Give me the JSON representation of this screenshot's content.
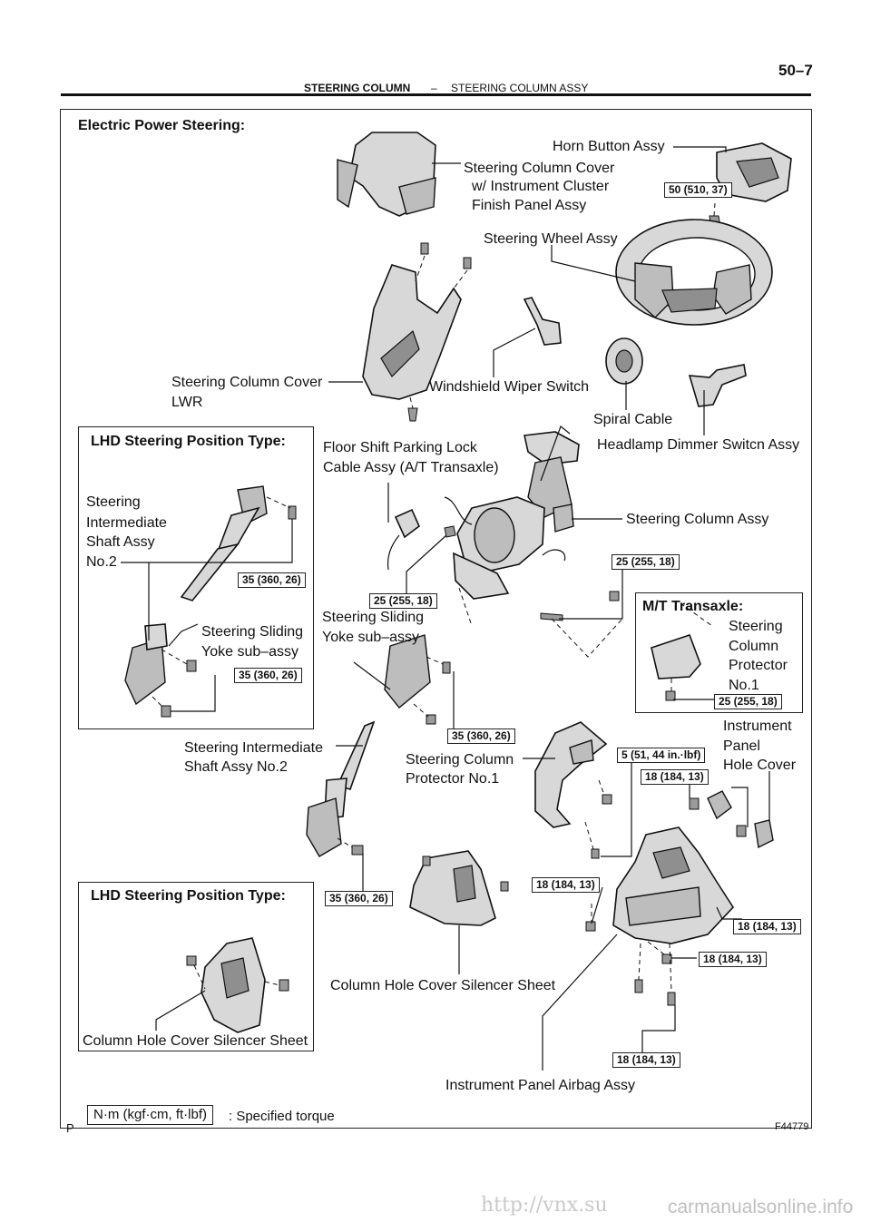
{
  "header": {
    "section": "STEERING COLUMN",
    "separator": "–",
    "subsection": "STEERING COLUMN ASSY",
    "page_number": "50–7"
  },
  "diagram": {
    "title": "Electric Power Steering:",
    "figure_id": "F44779",
    "corner_mark": "P",
    "parts": {
      "horn_button": "Horn Button Assy",
      "column_cover_l1": "Steering Column Cover",
      "column_cover_l2": "w/ Instrument Cluster",
      "column_cover_l3": "Finish Panel Assy",
      "steering_wheel": "Steering Wheel Assy",
      "column_cover_lwr_l1": "Steering Column Cover",
      "column_cover_lwr_l2": "LWR",
      "wiper_switch": "Windshield Wiper Switch",
      "spiral_cable": "Spiral Cable",
      "headlamp_switch": "Headlamp Dimmer Switcn Assy",
      "parking_lock_l1": "Floor Shift Parking Lock",
      "parking_lock_l2": "Cable Assy (A/T Transaxle)",
      "column_assy": "Steering Column Assy",
      "lhd_title_1": "LHD Steering Position Type:",
      "intermediate_no2_l1": "Steering",
      "intermediate_no2_l2": "Intermediate",
      "intermediate_no2_l3": "Shaft Assy",
      "intermediate_no2_l4": "No.2",
      "sliding_yoke_lhd_l1": "Steering Sliding",
      "sliding_yoke_lhd_l2": "Yoke sub–assy",
      "sliding_yoke_l1": "Steering Sliding",
      "sliding_yoke_l2": "Yoke sub–assy",
      "mt_title": "M/T Transaxle:",
      "protector_mt_l1": "Steering",
      "protector_mt_l2": "Column",
      "protector_mt_l3": "Protector",
      "protector_mt_l4": "No.1",
      "hole_cover_l1": "Instrument",
      "hole_cover_l2": "Panel",
      "hole_cover_l3": "Hole Cover",
      "intermediate_l1": "Steering Intermediate",
      "intermediate_l2": "Shaft Assy No.2",
      "protector_l1": "Steering Column",
      "protector_l2": "Protector No.1",
      "lhd_title_2": "LHD Steering Position Type:",
      "silencer": "Column Hole Cover Silencer Sheet",
      "silencer_lhd": "Column Hole Cover Silencer Sheet",
      "airbag": "Instrument Panel Airbag Assy"
    },
    "torques": {
      "horn": "50 (510, 37)",
      "lhd_shaft": "35 (360, 26)",
      "lhd_yoke": "35 (360, 26)",
      "column_right": "25 (255, 18)",
      "column_left": "25 (255, 18)",
      "mt_protector": "25 (255, 18)",
      "yoke": "35 (360, 26)",
      "protector": "5 (51, 44 in.·lbf)",
      "hole_cover": "18 (184, 13)",
      "shaft_lower": "35 (360, 26)",
      "airbag_left": "18 (184, 13)",
      "airbag_right_upper": "18 (184, 13)",
      "airbag_right_lower": "18 (184, 13)",
      "airbag_bottom": "18 (184, 13)"
    },
    "legend": {
      "unit_box": "N·m (kgf·cm, ft·lbf)",
      "text": ": Specified torque"
    }
  },
  "watermarks": {
    "left": "http://vnx.su",
    "right": "carmanualsonline.info"
  }
}
